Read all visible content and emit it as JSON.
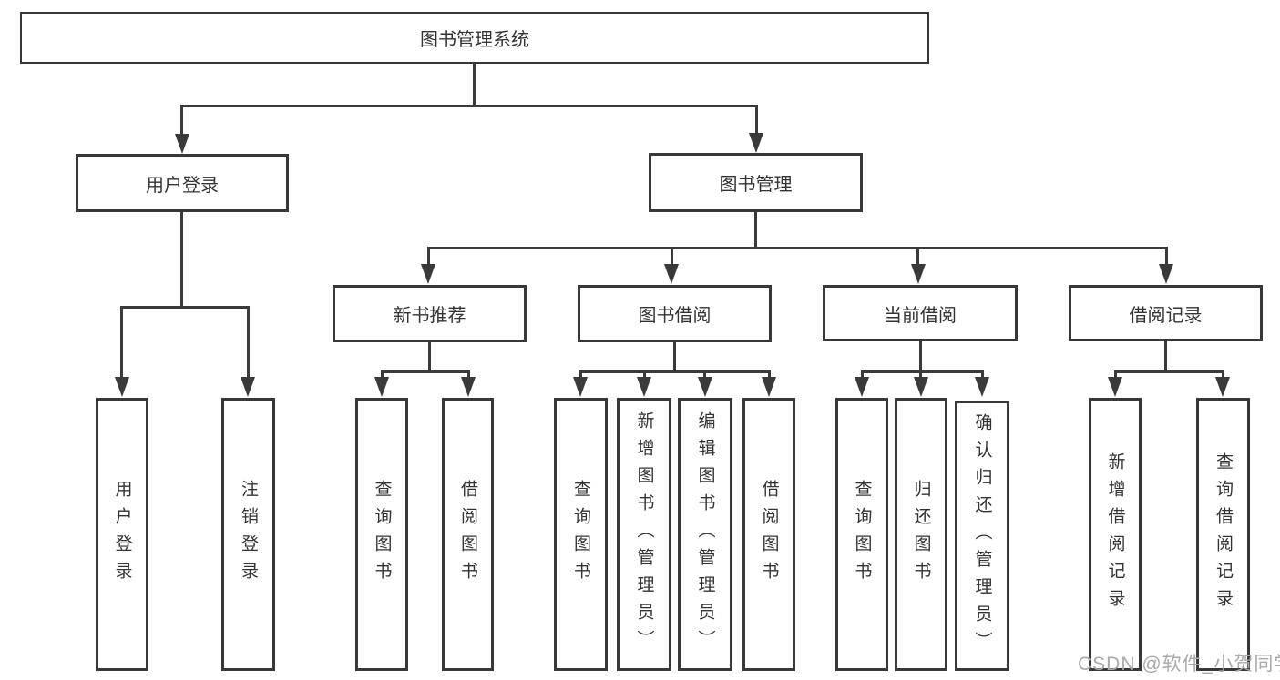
{
  "colors": {
    "line": "#3a3a3a",
    "border": "#383838",
    "text": "#333333",
    "watermark": "#a9a9a9",
    "background": "#ffffff"
  },
  "watermark": "CSDN @软件_小贺同学",
  "diagram": {
    "title": "图书管理系统",
    "branches": [
      {
        "label": "用户登录",
        "leaves": [
          {
            "label": "用户登录"
          },
          {
            "label": "注销登录"
          }
        ]
      },
      {
        "label": "图书管理",
        "groups": [
          {
            "label": "新书推荐",
            "leaves": [
              {
                "label": "查询图书"
              },
              {
                "label": "借阅图书"
              }
            ]
          },
          {
            "label": "图书借阅",
            "leaves": [
              {
                "label": "查询图书"
              },
              {
                "label": "新增图书（管理员）"
              },
              {
                "label": "编辑图书（管理员）"
              },
              {
                "label": "借阅图书"
              }
            ]
          },
          {
            "label": "当前借阅",
            "leaves": [
              {
                "label": "查询图书"
              },
              {
                "label": "归还图书"
              },
              {
                "label": "确认归还（管理员）"
              }
            ]
          },
          {
            "label": "借阅记录",
            "leaves": [
              {
                "label": "新增借阅记录"
              },
              {
                "label": "查询借阅记录"
              }
            ]
          }
        ]
      }
    ]
  }
}
